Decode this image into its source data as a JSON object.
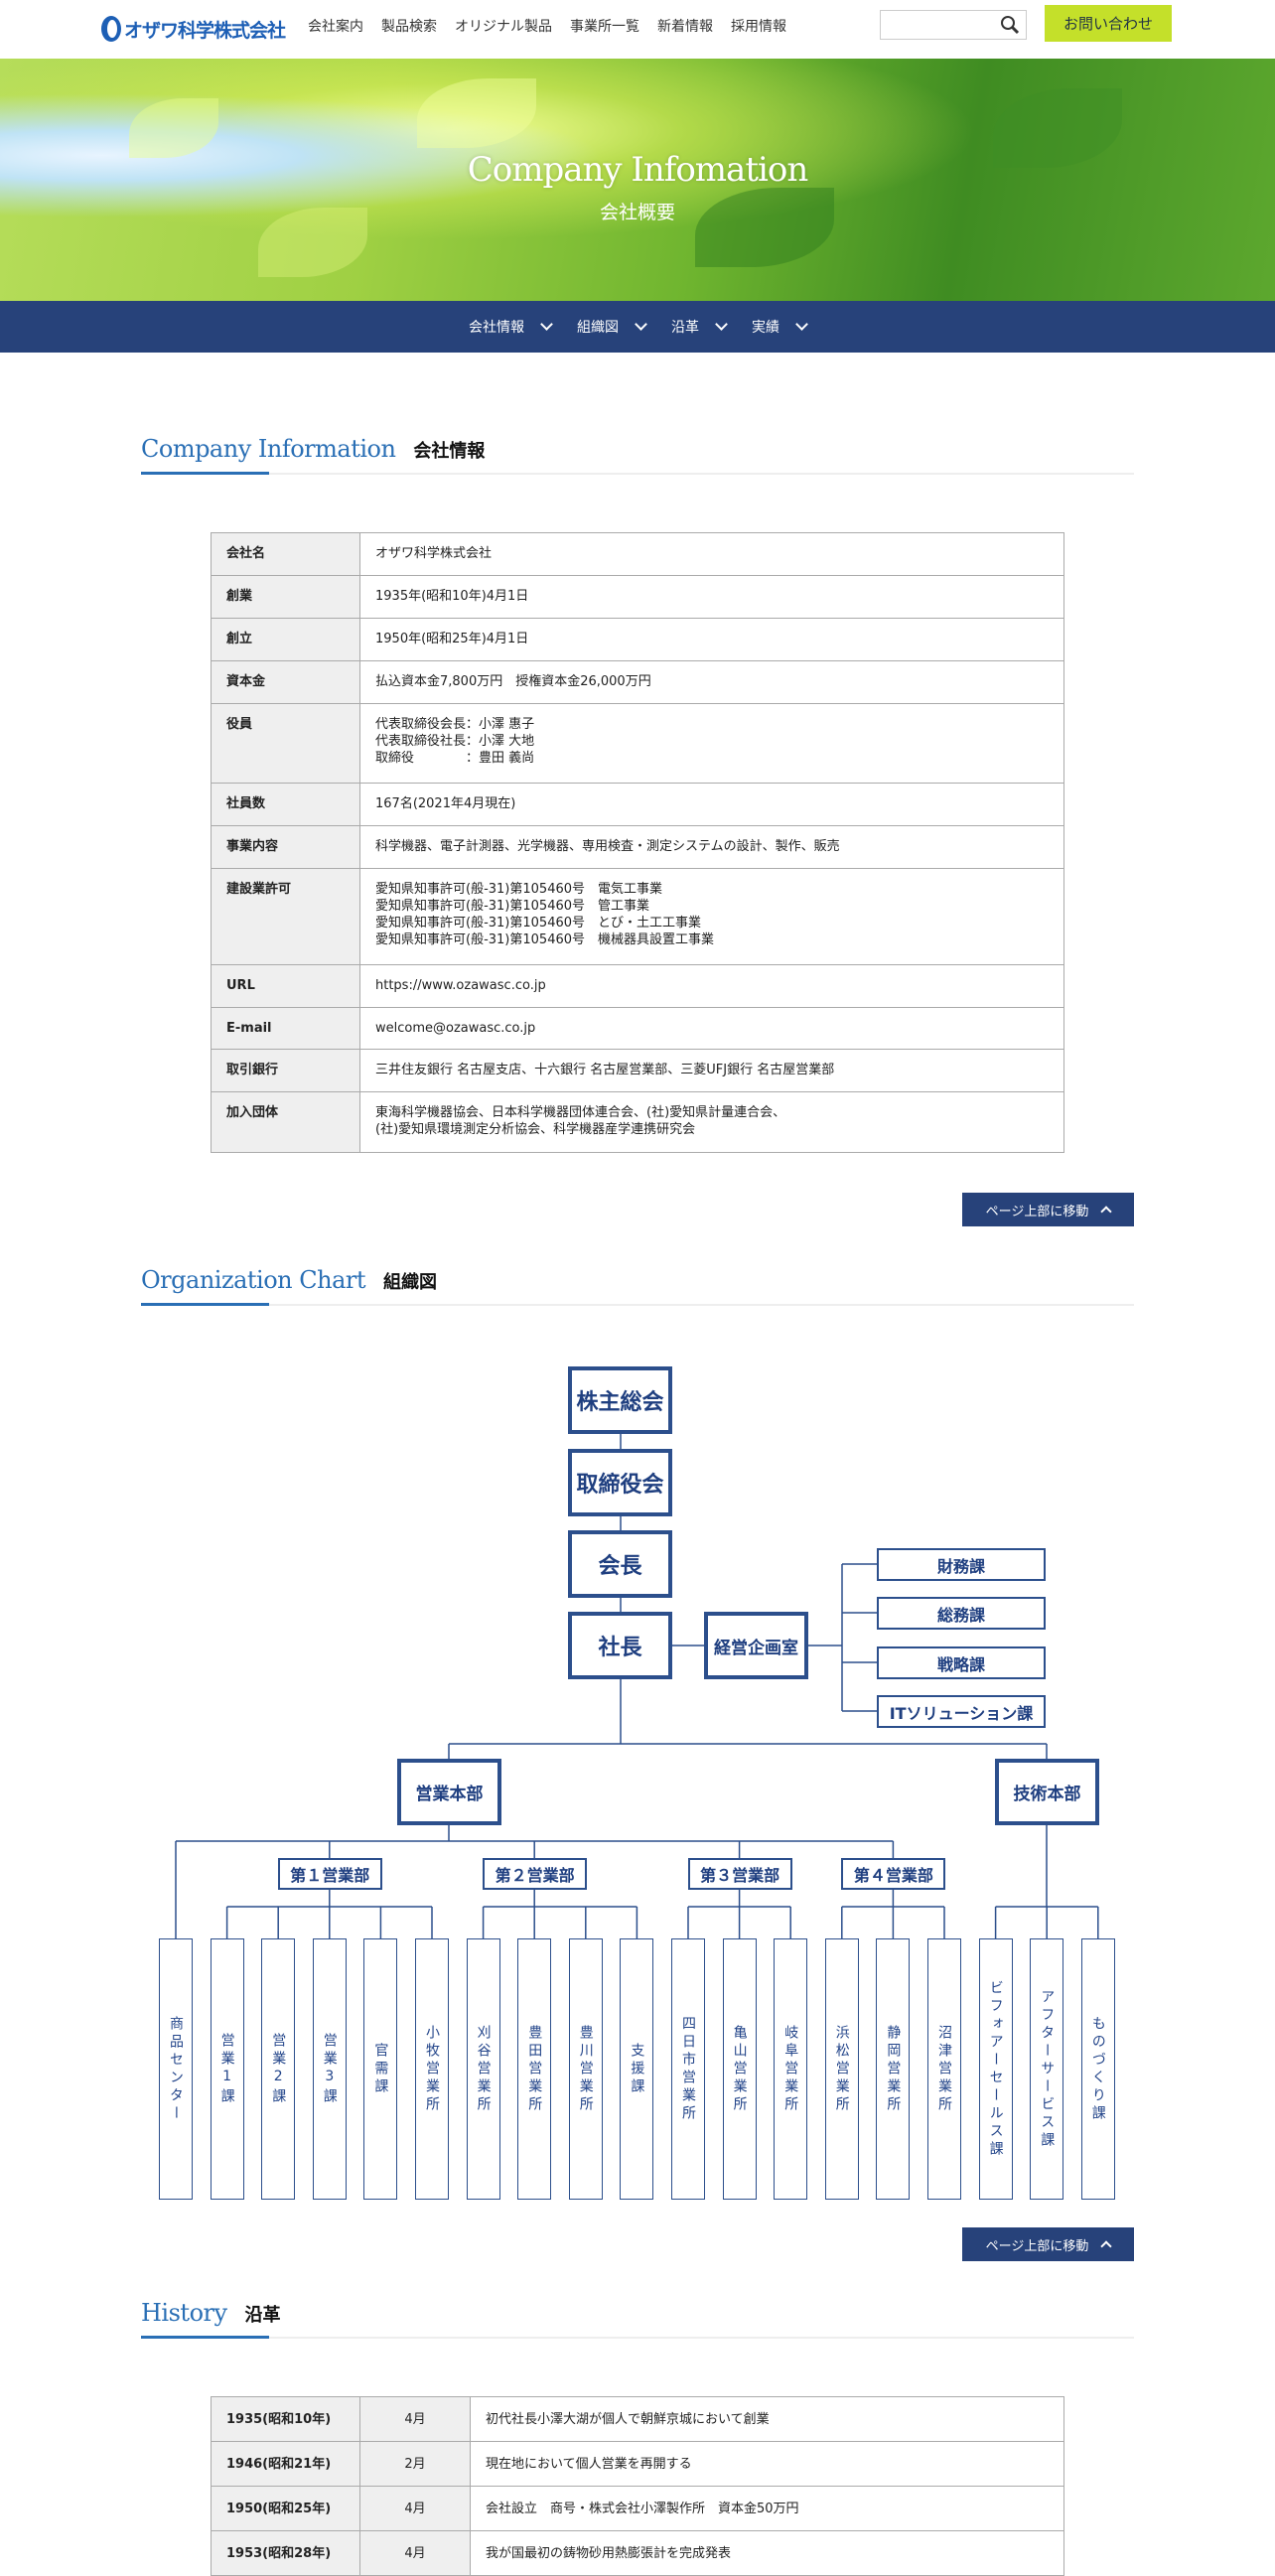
{
  "header": {
    "logo": "オザワ科学株式会社",
    "nav": [
      "会社案内",
      "製品検索",
      "オリジナル製品",
      "事業所一覧",
      "新着情報",
      "採用情報"
    ],
    "search_placeholder": "",
    "contact": "お問い合わせ"
  },
  "hero": {
    "title": "Company Infomation",
    "subtitle": "会社概要"
  },
  "subnav": [
    "会社情報",
    "組織図",
    "沿革",
    "実績"
  ],
  "sections": {
    "info": {
      "en": "Company Information",
      "ja": "会社情報"
    },
    "org": {
      "en": "Organization Chart",
      "ja": "組織図"
    },
    "history": {
      "en": "History",
      "ja": "沿革"
    }
  },
  "company_info": [
    {
      "label": "会社名",
      "value": "オザワ科学株式会社"
    },
    {
      "label": "創業",
      "value": "1935年(昭和10年)4月1日"
    },
    {
      "label": "創立",
      "value": "1950年(昭和25年)4月1日"
    },
    {
      "label": "資本金",
      "value": "払込資本金7,800万円　授権資本金26,000万円"
    },
    {
      "label": "役員",
      "value": "代表取締役会長：小澤 惠子\n代表取締役社長：小澤 大地\n取締役　　　　：豊田 義尚"
    },
    {
      "label": "社員数",
      "value": "167名(2021年4月現在)"
    },
    {
      "label": "事業内容",
      "value": "科学機器、電子計測器、光学機器、専用検査・測定システムの設計、製作、販売"
    },
    {
      "label": "建設業許可",
      "value": "愛知県知事許可(般-31)第105460号　電気工事業\n愛知県知事許可(般-31)第105460号　管工事業\n愛知県知事許可(般-31)第105460号　とび・土工工事業\n愛知県知事許可(般-31)第105460号　機械器具設置工事業"
    },
    {
      "label": "URL",
      "value": "https://www.ozawasc.co.jp"
    },
    {
      "label": "E-mail",
      "value": "welcome@ozawasc.co.jp"
    },
    {
      "label": "取引銀行",
      "value": "三井住友銀行 名古屋支店、十六銀行 名古屋営業部、三菱UFJ銀行 名古屋営業部"
    },
    {
      "label": "加入団体",
      "value": "東海科学機器協会、日本科学機器団体連合会、(社)愛知県計量連合会、\n(社)愛知県環境測定分析協会、科学機器産学連携研究会"
    }
  ],
  "page_top": "ページ上部に移動",
  "org": {
    "top": [
      "株主総会",
      "取締役会",
      "会長",
      "社長"
    ],
    "planning": "経営企画室",
    "staff": [
      "財務課",
      "総務課",
      "戦略課",
      "ITソリューション課"
    ],
    "sales_hq": "営業本部",
    "tech_hq": "技術本部",
    "sales_depts": [
      "第１営業部",
      "第２営業部",
      "第３営業部",
      "第４営業部"
    ],
    "units": [
      "商品センター",
      "営業1課",
      "営業2課",
      "営業3課",
      "官需課",
      "小牧営業所",
      "刈谷営業所",
      "豊田営業所",
      "豊川営業所",
      "支援課",
      "四日市営業所",
      "亀山営業所",
      "岐阜営業所",
      "浜松営業所",
      "静岡営業所",
      "沼津営業所",
      "ビフォアーセールス課",
      "アフターサービス課",
      "ものづくり課"
    ]
  },
  "history": [
    {
      "year": "1935(昭和10年)",
      "month": "4月",
      "event": "初代社長小澤大湖が個人で朝鮮京城において創業"
    },
    {
      "year": "1946(昭和21年)",
      "month": "2月",
      "event": "現在地において個人営業を再開する"
    },
    {
      "year": "1950(昭和25年)",
      "month": "4月",
      "event": "会社設立　商号・株式会社小澤製作所　資本金50万円"
    },
    {
      "year": "1953(昭和28年)",
      "month": "4月",
      "event": "我が国最初の鋳物砂用熱膨張計を完成発表"
    }
  ],
  "colors": {
    "navy": "#27427a",
    "accent": "#2a6fb5",
    "contact": "#c4e02a",
    "org": "#2c4f8c"
  }
}
